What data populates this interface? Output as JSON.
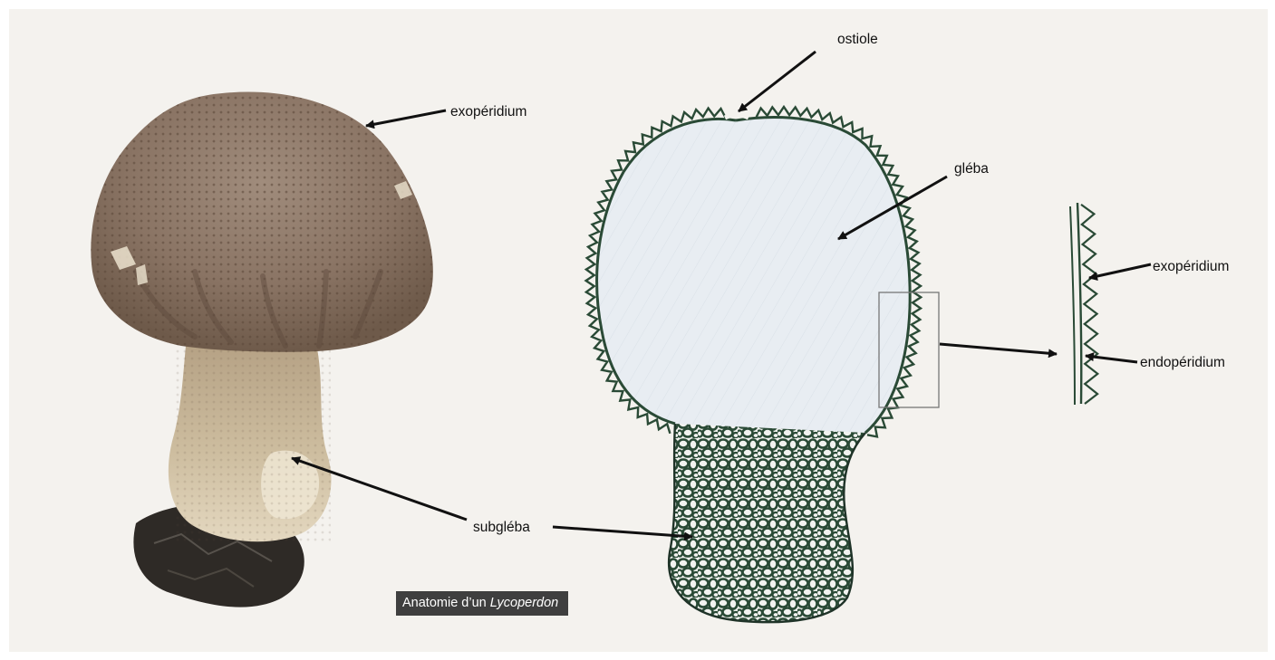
{
  "labels": {
    "ostiole": "ostiole",
    "exoperidium_photo": "exopéridium",
    "gleba": "gléba",
    "exoperidium_detail": "exopéridium",
    "endoperidium_detail": "endopéridium",
    "subgleba": "subgléba"
  },
  "caption": {
    "prefix": "Anatomie d’un ",
    "genus": "Lycoperdon"
  },
  "colors": {
    "panel_background": "#f4f2ee",
    "outline_green": "#2a4a36",
    "gleba_fill": "#e8edf2",
    "subgleba_fill": "#f2f3f0",
    "caption_background": "#3f3f3f",
    "caption_text": "#ffffff",
    "arrow": "#111111",
    "cap_brown": "#8a7464",
    "stem_tan": "#c8b79a"
  }
}
